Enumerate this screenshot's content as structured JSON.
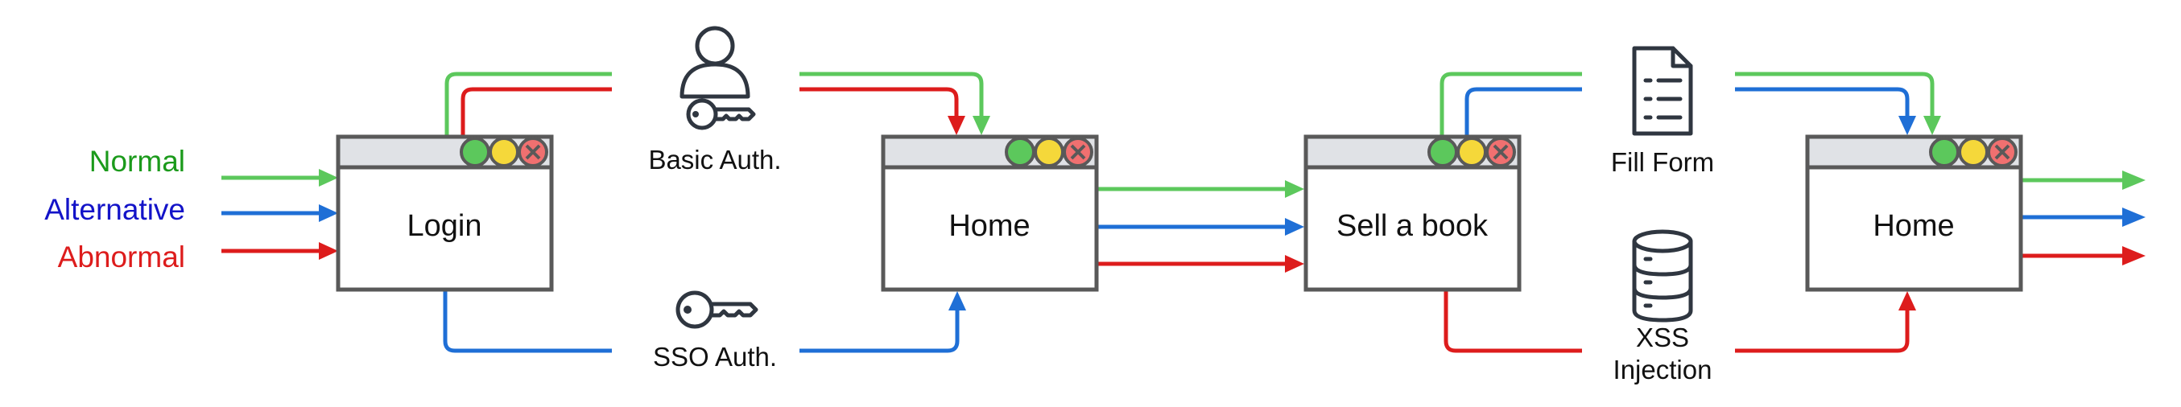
{
  "colors": {
    "normal": "#5cc85c",
    "alternative": "#1f6fd6",
    "abnormal": "#dd1c1c",
    "legend_normal_text": "#1b9a1b",
    "legend_alternative_text": "#1313c8",
    "legend_abnormal_text": "#dd1c1c",
    "window_border": "#595959",
    "titlebar": "#e0e2e6",
    "dot_green": "#5cc85c",
    "dot_yellow": "#f5d83a",
    "dot_red": "#f07070",
    "icon": "#2f3640"
  },
  "legend": {
    "normal": "Normal",
    "alternative": "Alternative",
    "abnormal": "Abnormal"
  },
  "windows": {
    "login": "Login",
    "home_1": "Home",
    "sell_book": "Sell a book",
    "home_2": "Home"
  },
  "steps": {
    "basic_auth": {
      "label": "Basic Auth.",
      "icons": [
        "user-icon",
        "key-icon"
      ]
    },
    "sso_auth": {
      "label": "SSO Auth.",
      "icons": [
        "key-icon"
      ]
    },
    "fill_form": {
      "label": "Fill Form",
      "icons": [
        "document-icon"
      ]
    },
    "xss_line1": "XSS",
    "xss_line2": "Injection",
    "xss_icons": [
      "database-icon"
    ]
  }
}
